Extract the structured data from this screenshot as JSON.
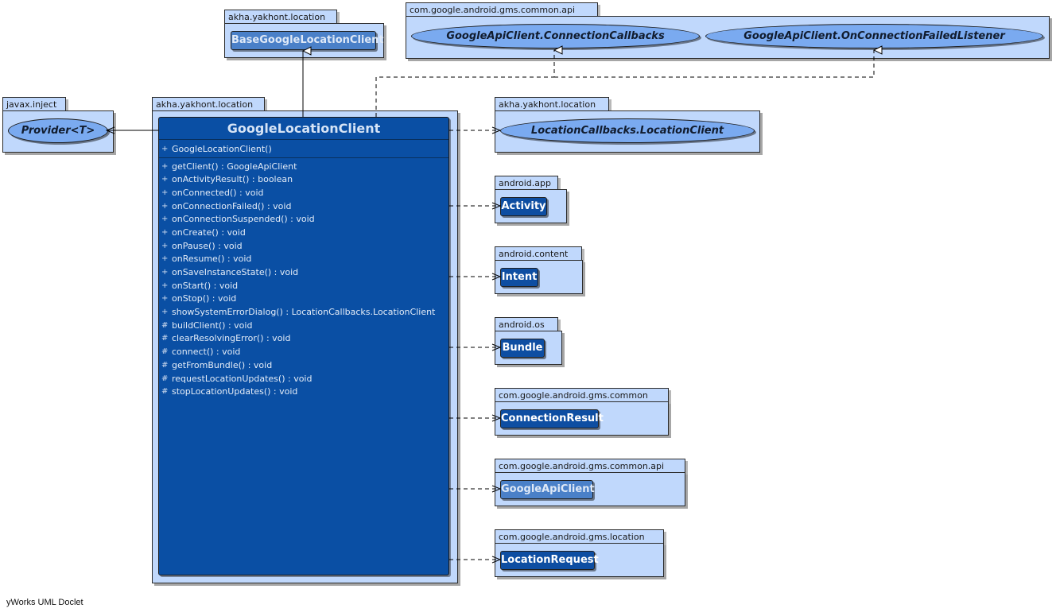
{
  "main_class": {
    "name": "GoogleLocationClient",
    "package": "akha.yakhont.location",
    "constructors": [
      {
        "visibility": "+",
        "signature": "GoogleLocationClient()"
      }
    ],
    "methods": [
      {
        "visibility": "+",
        "signature": "getClient() : GoogleApiClient"
      },
      {
        "visibility": "+",
        "signature": "onActivityResult() : boolean"
      },
      {
        "visibility": "+",
        "signature": "onConnected() : void"
      },
      {
        "visibility": "+",
        "signature": "onConnectionFailed() : void"
      },
      {
        "visibility": "+",
        "signature": "onConnectionSuspended() : void"
      },
      {
        "visibility": "+",
        "signature": "onCreate() : void"
      },
      {
        "visibility": "+",
        "signature": "onPause() : void"
      },
      {
        "visibility": "+",
        "signature": "onResume() : void"
      },
      {
        "visibility": "+",
        "signature": "onSaveInstanceState() : void"
      },
      {
        "visibility": "+",
        "signature": "onStart() : void"
      },
      {
        "visibility": "+",
        "signature": "onStop() : void"
      },
      {
        "visibility": "+",
        "signature": "showSystemErrorDialog() : LocationCallbacks.LocationClient"
      },
      {
        "visibility": "#",
        "signature": "buildClient() : void"
      },
      {
        "visibility": "#",
        "signature": "clearResolvingError() : void"
      },
      {
        "visibility": "#",
        "signature": "connect() : void"
      },
      {
        "visibility": "#",
        "signature": "getFromBundle() : void"
      },
      {
        "visibility": "#",
        "signature": "requestLocationUpdates() : void"
      },
      {
        "visibility": "#",
        "signature": "stopLocationUpdates() : void"
      }
    ]
  },
  "packages": {
    "superclass_pkg": {
      "name": "akha.yakhont.location",
      "class": "BaseGoogleLocationClient"
    },
    "api_pkg": {
      "name": "com.google.android.gms.common.api",
      "interfaces": [
        "GoogleApiClient.ConnectionCallbacks",
        "GoogleApiClient.OnConnectionFailedListener"
      ]
    },
    "inject_pkg": {
      "name": "javax.inject",
      "interface": "Provider<T>"
    },
    "callbacks_pkg": {
      "name": "akha.yakhont.location",
      "interface": "LocationCallbacks.LocationClient"
    },
    "app_pkg": {
      "name": "android.app",
      "class": "Activity"
    },
    "content_pkg": {
      "name": "android.content",
      "class": "Intent"
    },
    "os_pkg": {
      "name": "android.os",
      "class": "Bundle"
    },
    "common_pkg": {
      "name": "com.google.android.gms.common",
      "class": "ConnectionResult"
    },
    "api2_pkg": {
      "name": "com.google.android.gms.common.api",
      "class": "GoogleApiClient"
    },
    "loc_pkg": {
      "name": "com.google.android.gms.location",
      "class": "LocationRequest"
    }
  },
  "footer": "yWorks UML Doclet"
}
